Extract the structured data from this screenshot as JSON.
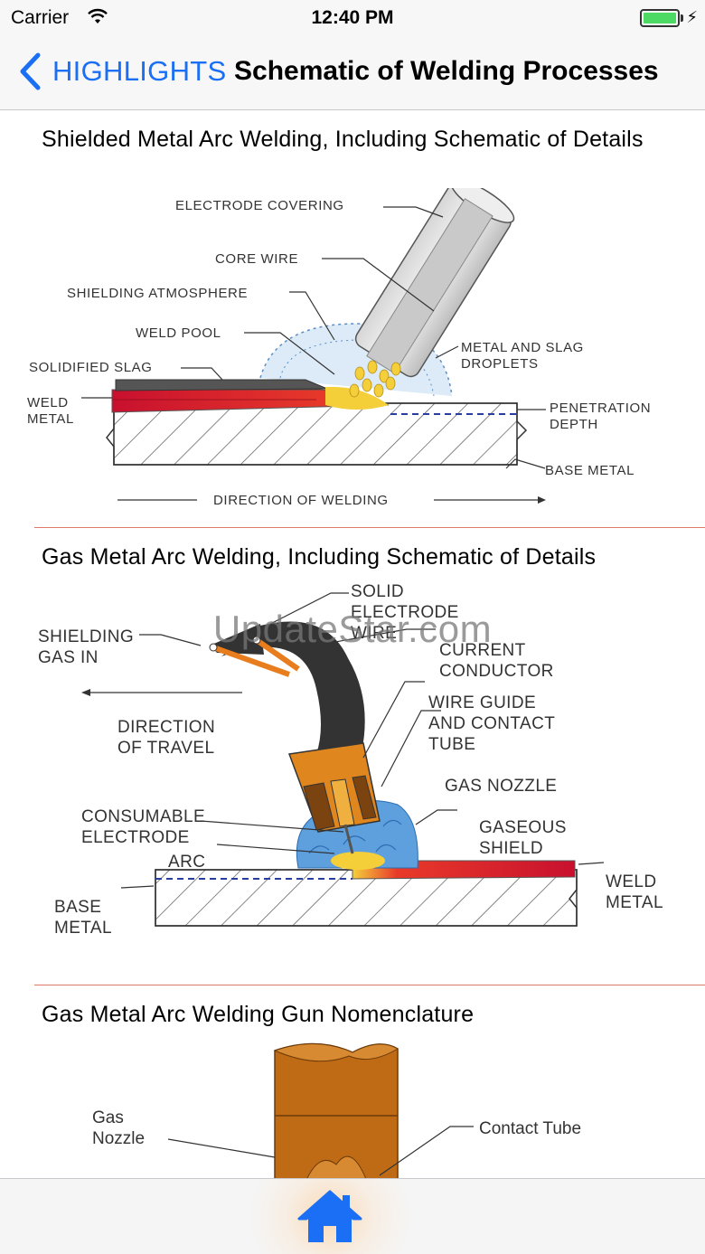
{
  "status_bar": {
    "carrier": "Carrier",
    "time": "12:40 PM",
    "battery_color": "#4cd964"
  },
  "nav_bar": {
    "back_label": "HIGHLIGHTS",
    "title": "Schematic of Welding Processes",
    "accent_color": "#1a6ff5"
  },
  "sections": [
    {
      "heading": "Shielded Metal Arc Welding, Including Schematic of Details",
      "labels": {
        "electrode_covering": "ELECTRODE COVERING",
        "core_wire": "CORE WIRE",
        "shielding_atmosphere": "SHIELDING ATMOSPHERE",
        "weld_pool": "WELD POOL",
        "solidified_slag": "SOLIDIFIED SLAG",
        "weld_metal_1": "WELD",
        "weld_metal_2": "METAL",
        "metal_slag_1": "METAL AND SLAG",
        "metal_slag_2": "DROPLETS",
        "penetration_1": "PENETRATION",
        "penetration_2": "DEPTH",
        "base_metal": "BASE METAL",
        "direction": "DIRECTION OF WELDING"
      }
    },
    {
      "heading": "Gas Metal Arc Welding, Including Schematic of Details",
      "labels": {
        "shielding_gas_1": "SHIELDING",
        "shielding_gas_2": "GAS IN",
        "solid_1": "SOLID",
        "solid_2": "ELECTRODE",
        "solid_3": "WIRE",
        "current_1": "CURRENT",
        "current_2": "CONDUCTOR",
        "direction_1": "DIRECTION",
        "direction_2": "OF TRAVEL",
        "wire_guide_1": "WIRE GUIDE",
        "wire_guide_2": "AND CONTACT",
        "wire_guide_3": "TUBE",
        "gas_nozzle": "GAS NOZZLE",
        "consumable_1": "CONSUMABLE",
        "consumable_2": "ELECTRODE",
        "gaseous_1": "GASEOUS",
        "gaseous_2": "SHIELD",
        "arc": "ARC",
        "weld_1": "WELD",
        "weld_2": "METAL",
        "base_1": "BASE",
        "base_2": "METAL"
      }
    },
    {
      "heading": "Gas Metal Arc Welding Gun Nomenclature",
      "labels": {
        "gas_1": "Gas",
        "gas_2": "Nozzle",
        "contact_tube": "Contact Tube"
      }
    }
  ],
  "watermark": "UpdateStar.com",
  "tab_bar": {
    "home_icon": "home-icon",
    "home_color": "#1a6ff5"
  }
}
